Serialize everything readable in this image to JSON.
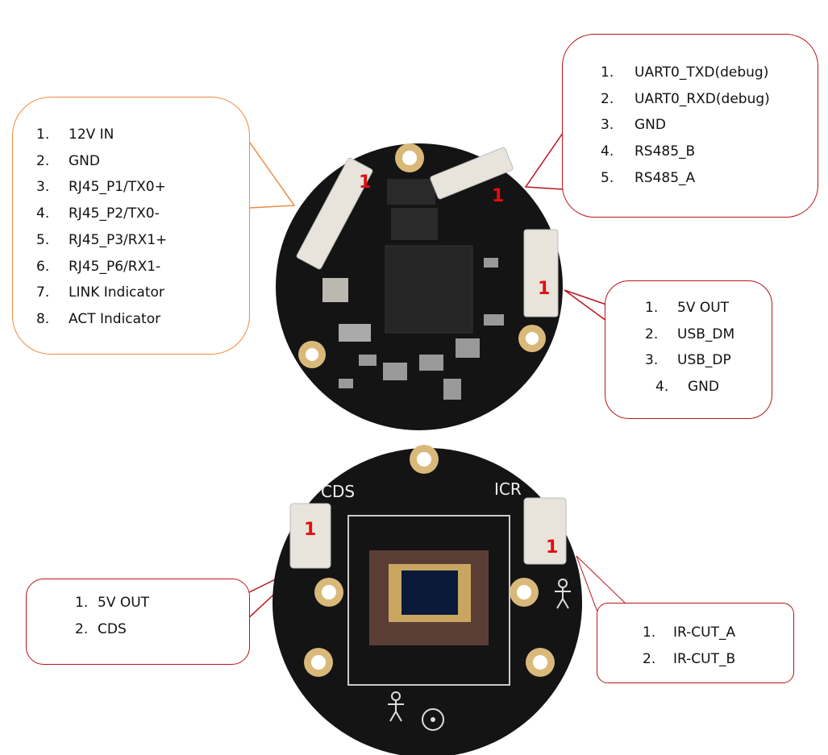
{
  "colors": {
    "orange": "#ee8a3c",
    "red": "#b8141c",
    "pcb": "#141414",
    "pad": "#d9b97a",
    "marker": "#e01010"
  },
  "callouts": {
    "power_ethernet": {
      "items": [
        {
          "num": "1.",
          "label": "12V IN"
        },
        {
          "num": "2.",
          "label": "GND"
        },
        {
          "num": "3.",
          "label": "RJ45_P1/TX0+"
        },
        {
          "num": "4.",
          "label": "RJ45_P2/TX0-"
        },
        {
          "num": "5.",
          "label": "RJ45_P3/RX1+"
        },
        {
          "num": "6.",
          "label": "RJ45_P6/RX1-"
        },
        {
          "num": "7.",
          "label": "LINK  Indicator"
        },
        {
          "num": "8.",
          "label": "ACT  Indicator"
        }
      ]
    },
    "uart_rs485": {
      "items": [
        {
          "num": "1.",
          "label": "UART0_TXD(debug)"
        },
        {
          "num": "2.",
          "label": "UART0_RXD(debug)"
        },
        {
          "num": "3.",
          "label": "GND"
        },
        {
          "num": "4.",
          "label": "RS485_B"
        },
        {
          "num": "5.",
          "label": "RS485_A"
        }
      ]
    },
    "usb": {
      "items": [
        {
          "num": "1.",
          "label": "5V OUT"
        },
        {
          "num": "2.",
          "label": "USB_DM"
        },
        {
          "num": "3.",
          "label": "USB_DP"
        },
        {
          "num": "4.",
          "label": "GND"
        }
      ]
    },
    "cds": {
      "items": [
        {
          "num": "1.",
          "label": "5V OUT"
        },
        {
          "num": "2.",
          "label": "CDS"
        }
      ]
    },
    "ircut": {
      "items": [
        {
          "num": "1.",
          "label": "IR-CUT_A"
        },
        {
          "num": "2.",
          "label": "IR-CUT_B"
        }
      ]
    }
  },
  "board": {
    "pin1_marker": "1",
    "cds_label": "CDS",
    "icr_label": "ICR"
  }
}
